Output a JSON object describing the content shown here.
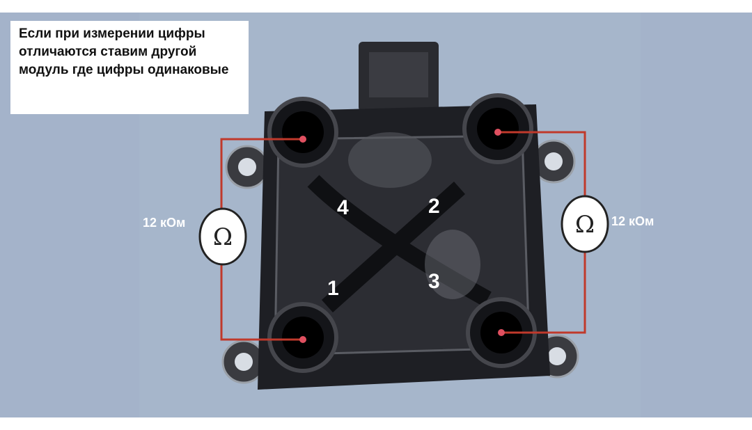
{
  "caption": "Если при измерении цифры отличаются ставим другой модуль где цифры одинаковые",
  "left_reading": "12 кОм",
  "right_reading": "12 кОм",
  "ohm_symbol": "Ω",
  "terminals": [
    "4",
    "2",
    "1",
    "3"
  ],
  "colors": {
    "background": "#a4b3ca",
    "wire": "#c0392b",
    "coil": "#1c1d22"
  }
}
